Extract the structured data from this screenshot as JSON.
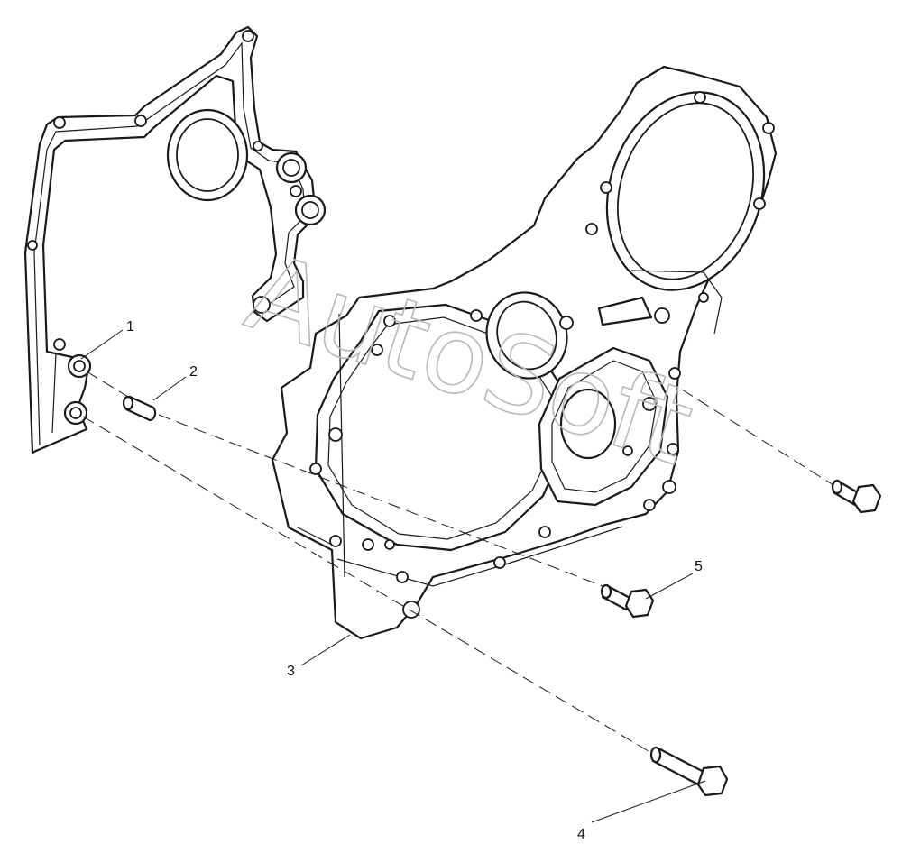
{
  "diagram": {
    "watermark": "AutoSoft",
    "callouts": {
      "c1": "1",
      "c2": "2",
      "c3": "3",
      "c4": "4",
      "c5": "5"
    }
  }
}
